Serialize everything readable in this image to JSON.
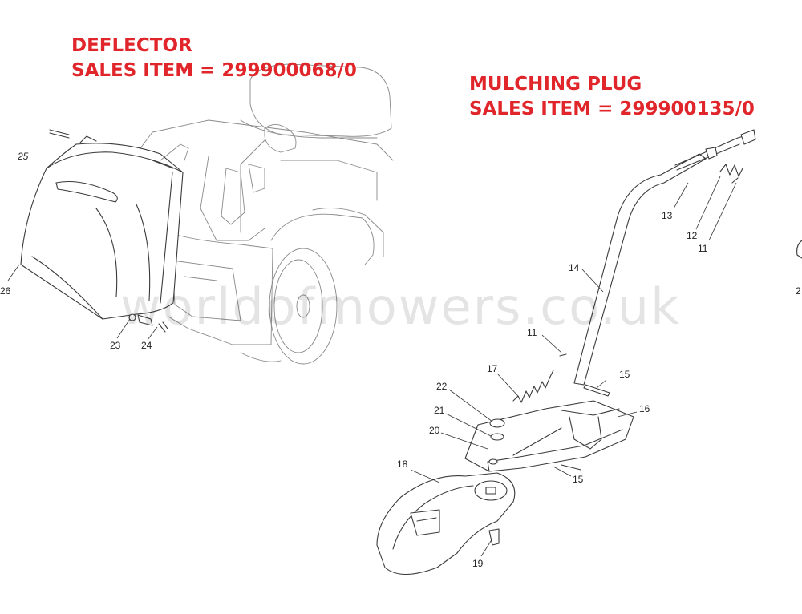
{
  "groups": [
    {
      "id": "deflector",
      "title": "DEFLECTOR",
      "sales_item": "SALES ITEM = 299900068/0"
    },
    {
      "id": "mulching",
      "title": "MULCHING PLUG",
      "sales_item": "SALES ITEM = 299900135/0"
    }
  ],
  "callouts": {
    "c25": "25",
    "c26": "26",
    "c23": "23",
    "c24": "24",
    "c13": "13",
    "c12": "12",
    "c11a": "11",
    "c14": "14",
    "c11b": "11",
    "c17": "17",
    "c15a": "15",
    "c22": "22",
    "c21": "21",
    "c20": "20",
    "c16": "16",
    "c15b": "15",
    "c18": "18",
    "c19": "19",
    "c2": "2"
  },
  "watermark": "worldofmowers.co.uk"
}
